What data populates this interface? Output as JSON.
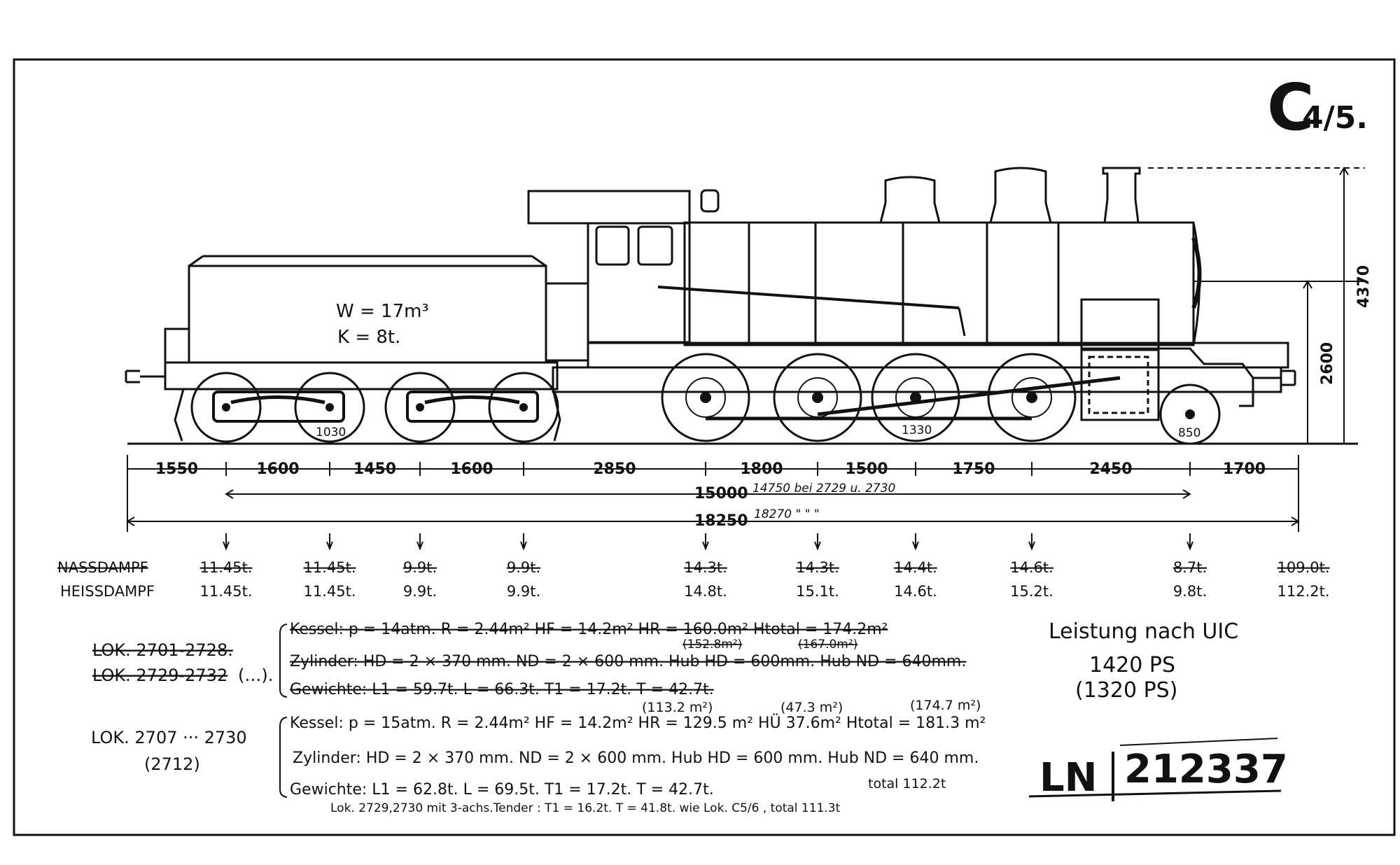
{
  "class_mark": {
    "main": "C",
    "fraction": "4/5."
  },
  "tender": {
    "water": "W = 17m³",
    "coal": "K = 8t."
  },
  "wheel_labels": {
    "tender": "1030",
    "coupled": "1330",
    "pony": "850"
  },
  "heights": {
    "total": "4370",
    "axle_line": "2600"
  },
  "spacings": [
    "1550",
    "1600",
    "1450",
    "1600",
    "2850",
    "1800",
    "1500",
    "1750",
    "2450",
    "1700"
  ],
  "wheelbase": {
    "value": "15000",
    "note": "14750 bei 2729 u. 2730"
  },
  "overall": {
    "value": "18250",
    "note": "18270 \"  \"  \""
  },
  "loads": {
    "row_labels": {
      "wet": "NASSDAMPF",
      "superheated": "HEISSDAMPF"
    },
    "wet": [
      "11.45t.",
      "11.45t.",
      "9.9t.",
      "9.9t.",
      "14.3t.",
      "14.3t.",
      "14.4t.",
      "14.6t.",
      "8.7t.",
      "109.0t."
    ],
    "superheated": [
      "11.45t.",
      "11.45t.",
      "9.9t.",
      "9.9t.",
      "14.8t.",
      "15.1t.",
      "14.6t.",
      "15.2t.",
      "9.8t.",
      "112.2t."
    ]
  },
  "old_block": {
    "loks": [
      "LOK. 2701-2728.",
      "LOK. 2729-2732"
    ],
    "loks_suffix": "(…).",
    "kessel": "Kessel: p = 14atm. R = 2.44m² HF = 14.2m² HR = 160.0m² Htotal = 174.2m²",
    "kessel_notes": [
      "(152.8m²)",
      "(167.0m²)"
    ],
    "zylinder": "Zylinder: HD = 2 × 370 mm. ND = 2 × 600 mm. Hub HD = 600mm. Hub ND = 640mm.",
    "gewichte": "Gewichte: L1 = 59.7t. L = 66.3t. T1 = 17.2t. T = 42.7t."
  },
  "new_block": {
    "lok": "LOK. 2707 ··· 2730",
    "lok_note": "(2712)",
    "kessel": "Kessel: p = 15atm. R = 2.44m² HF = 14.2m² HR = 129.5 m² HÜ 37.6m² Htotal = 181.3 m²",
    "kessel_notes": [
      "(113.2 m²)",
      "(47.3 m²)",
      "(174.7 m²)"
    ],
    "zylinder": "Zylinder: HD = 2 × 370 mm. ND = 2 × 600 mm. Hub HD = 600 mm. Hub ND = 640 mm.",
    "gewichte": "Gewichte: L1 = 62.8t. L = 69.5t. T1 = 17.2t. T = 42.7t.",
    "total": "total 112.2t",
    "tender_note": "Lok. 2729,2730 mit 3-achs.Tender : T1 = 16.2t. T = 41.8t. wie Lok. C5/6 , total 111.3t"
  },
  "power": {
    "title": "Leistung nach UIC",
    "value": "1420 PS",
    "alt": "(1320 PS)"
  },
  "drawing_no": {
    "prefix": "LN",
    "number": "212337"
  }
}
